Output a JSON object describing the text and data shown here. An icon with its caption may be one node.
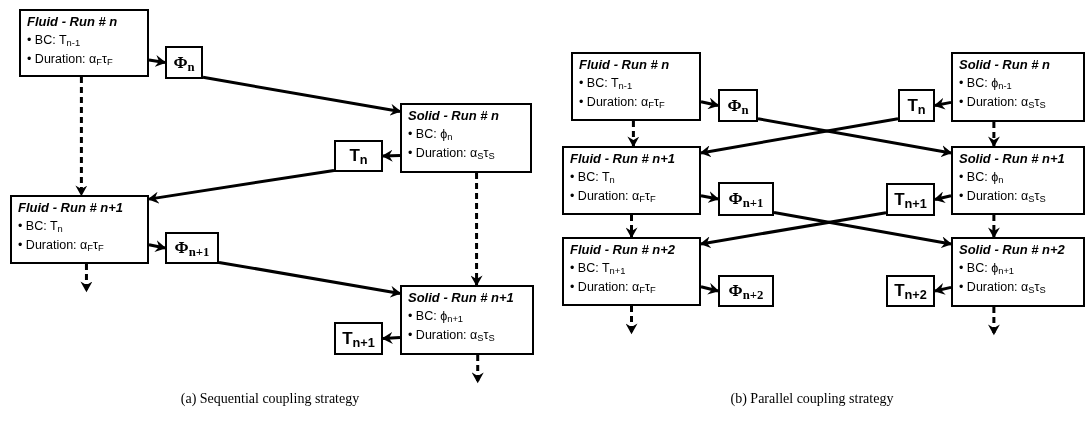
{
  "diagram": {
    "nodes": [
      {
        "text": [
          "Fluid - Run # n",
          "• BC: T$_{n-1}$",
          "• Duration: α$_{F}$τ$_{F}$"
        ]
      },
      {
        "text": [
          "Φ$_{n}$"
        ]
      },
      {
        "text": [
          "Solid - Run # n",
          "• BC: ϕ$_{n}$",
          "• Duration: α$_{S}$τ$_{S}$"
        ]
      },
      {
        "text": [
          "T$_{n}$"
        ]
      },
      {
        "text": [
          "Fluid - Run # n+1",
          "• BC: T$_{n}$",
          "• Duration: α$_{F}$τ$_{F}$"
        ]
      },
      {
        "text": [
          "Φ$_{n+1}$"
        ]
      },
      {
        "text": [
          "Solid - Run # n+1",
          "• BC: ϕ$_{n+1}$",
          "• Duration: α$_{S}$τ$_{S}$"
        ]
      },
      {
        "text": [
          "T$_{n+1}$"
        ]
      },
      {
        "text": [
          "Fluid - Run # n",
          "• BC: T$_{n-1}$",
          "• Duration: α$_{F}$τ$_{F}$"
        ]
      },
      {
        "text": [
          "Φ$_{n}$"
        ]
      },
      {
        "text": [
          "Solid - Run # n",
          "• BC: ϕ$_{n-1}$",
          "• Duration: α$_{S}$τ$_{S}$"
        ]
      },
      {
        "text": [
          "T$_{n}$"
        ]
      },
      {
        "text": [
          "Fluid - Run # n+1",
          "• BC: T$_{n}$",
          "• Duration: α$_{F}$τ$_{F}$"
        ]
      },
      {
        "text": [
          "Φ$_{n+1}$"
        ]
      },
      {
        "text": [
          "Solid - Run # n+1",
          "• BC: ϕ$_{n}$",
          "• Duration: α$_{S}$τ$_{S}$"
        ]
      },
      {
        "text": [
          "T$_{n+1}$"
        ]
      },
      {
        "text": [
          "Fluid - Run # n+2",
          "• BC: T$_{n+1}$",
          "• Duration: α$_{F}$τ$_{F}$"
        ]
      },
      {
        "text": [
          "Φ$_{n+2}$"
        ]
      },
      {
        "text": [
          "Solid - Run # n+2",
          "• BC: ϕ$_{n+1}$",
          "• Duration: α$_{S}$τ$_{S}$"
        ]
      },
      {
        "text": [
          "T$_{n+2}$"
        ]
      }
    ],
    "edges": [
      {
        "from": 0,
        "to": 1,
        "arrow": "to"
      },
      {
        "from": 1,
        "to": 2,
        "arrow": "to"
      },
      {
        "from": 2,
        "to": 3,
        "arrow": "to"
      },
      {
        "from": 3,
        "to": 4,
        "arrow": "to"
      },
      {
        "from": 0,
        "to": 4,
        "arrow": "to",
        "style": "dashed"
      },
      {
        "from": 2,
        "to": 6,
        "arrow": "to",
        "style": "dashed"
      },
      {
        "from": 4,
        "to": 5,
        "arrow": "to"
      },
      {
        "from": 5,
        "to": 6,
        "arrow": "to"
      },
      {
        "from": 6,
        "to": 7,
        "arrow": "to"
      },
      {
        "from": 4,
        "to": null,
        "arrow": "to",
        "style": "dashed"
      },
      {
        "from": 6,
        "to": null,
        "arrow": "to",
        "style": "dashed"
      },
      {
        "from": 8,
        "to": 9,
        "arrow": "to"
      },
      {
        "from": 9,
        "to": 14,
        "arrow": "to"
      },
      {
        "from": 10,
        "to": 11,
        "arrow": "to"
      },
      {
        "from": 11,
        "to": 12,
        "arrow": "to"
      },
      {
        "from": 8,
        "to": 12,
        "arrow": "to",
        "style": "dashed"
      },
      {
        "from": 10,
        "to": 14,
        "arrow": "to",
        "style": "dashed"
      },
      {
        "from": 12,
        "to": 13,
        "arrow": "to"
      },
      {
        "from": 13,
        "to": 18,
        "arrow": "to"
      },
      {
        "from": 14,
        "to": 15,
        "arrow": "to"
      },
      {
        "from": 15,
        "to": 16,
        "arrow": "to"
      },
      {
        "from": 12,
        "to": 16,
        "arrow": "to",
        "style": "dashed"
      },
      {
        "from": 14,
        "to": 18,
        "arrow": "to",
        "style": "dashed"
      },
      {
        "from": 16,
        "to": 17,
        "arrow": "to"
      },
      {
        "from": 18,
        "to": 19,
        "arrow": "to"
      },
      {
        "from": 16,
        "to": null,
        "arrow": "to",
        "style": "dashed"
      },
      {
        "from": 18,
        "to": null,
        "arrow": "to",
        "style": "dashed"
      }
    ],
    "labels": [
      "(a) Sequential coupling strategy",
      "(b) Parallel coupling strategy"
    ]
  }
}
